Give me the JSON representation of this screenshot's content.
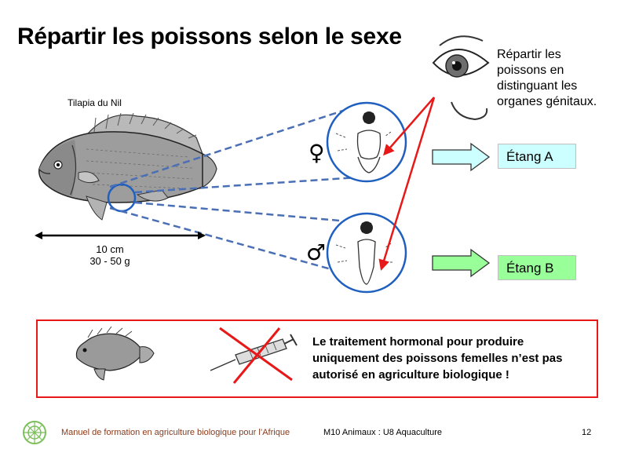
{
  "slide": {
    "title": "Répartir les poissons selon le sexe",
    "fish_label": "Tilapia du Nil",
    "size_line1": "10 cm",
    "size_line2": "30 - 50 g",
    "eye_line1": "Répartir les",
    "eye_line2": "poissons en",
    "eye_line3": "distinguant les",
    "eye_line4": "organes génitaux.",
    "female_symbol": "♀",
    "male_symbol": "♂",
    "pond_a": "Étang A",
    "pond_b": "Étang B",
    "warning": "Le traitement hormonal pour produire uniquement des poissons femelles n’est pas autorisé en agriculture biologique !"
  },
  "footer": {
    "manual": "Manuel de formation en agriculture biologique pour l’Afrique",
    "module": "M10 Animaux : U8 Aquaculture",
    "page": "12"
  },
  "colors": {
    "dashed_lines": "#4a6fb5",
    "circles": "#1f5fbf",
    "red_arrows": "#e81818",
    "pond_a_fill": "#ccffff",
    "pond_b_fill": "#99ff99",
    "footer_text": "#8b3a1a"
  }
}
